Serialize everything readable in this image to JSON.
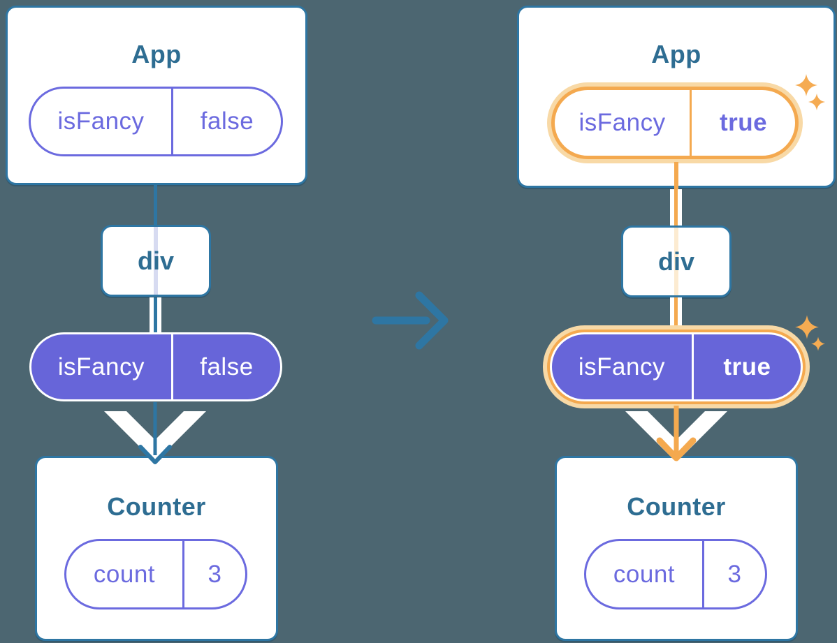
{
  "diagram": {
    "description": "Passing state down as a prop: before (isFancy=false) and after (isFancy=true) a state update",
    "transition_icon": "arrow-right-icon",
    "sparkle_icon": "sparkles-icon",
    "left": {
      "app": {
        "title": "App",
        "prop_pill": {
          "key": "isFancy",
          "value": "false"
        }
      },
      "div_box": {
        "label": "div"
      },
      "state_pill": {
        "key": "isFancy",
        "value": "false"
      },
      "counter": {
        "title": "Counter",
        "state_pill": {
          "key": "count",
          "value": "3"
        }
      }
    },
    "right": {
      "app": {
        "title": "App",
        "prop_pill": {
          "key": "isFancy",
          "value": "true"
        }
      },
      "div_box": {
        "label": "div"
      },
      "state_pill": {
        "key": "isFancy",
        "value": "true"
      },
      "counter": {
        "title": "Counter",
        "state_pill": {
          "key": "count",
          "value": "3"
        }
      }
    }
  },
  "colors": {
    "background": "#4C6671",
    "card_fill": "#FFFFFF",
    "card_border": "#2E76A3",
    "heading_text": "#2E6D92",
    "purple_fill": "#6765D9",
    "purple_text": "#6B6ADF",
    "highlight_orange": "#F4A94F",
    "highlight_glow": "#F8D9A6",
    "faint_line_lavender": "#D7DBF1",
    "faint_line_peach": "#FCEBD1"
  }
}
